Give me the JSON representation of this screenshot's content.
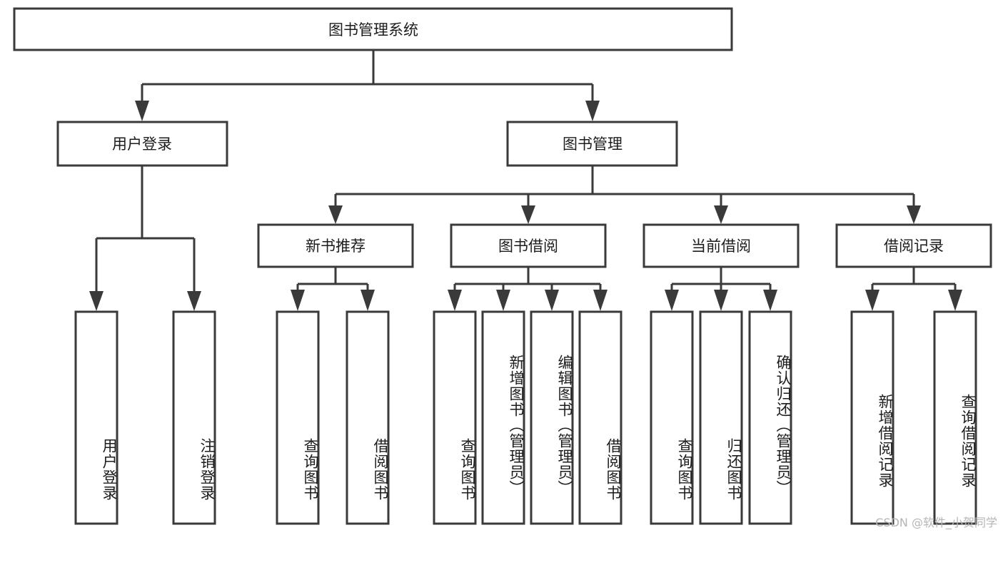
{
  "diagram": {
    "type": "tree",
    "title": "图书管理系统",
    "orientation": "top-down",
    "colors": {
      "box_stroke": "#3a3a3a",
      "box_fill": "#ffffff",
      "line": "#3a3a3a",
      "text": "#1c1c1c",
      "background": "#ffffff",
      "watermark": "#b5b5b5"
    },
    "root": {
      "label": "图书管理系统",
      "orientation": "horizontal"
    },
    "level2": [
      {
        "label": "用户登录",
        "orientation": "horizontal"
      },
      {
        "label": "图书管理",
        "orientation": "horizontal"
      }
    ],
    "level3": [
      {
        "label": "新书推荐",
        "orientation": "horizontal"
      },
      {
        "label": "图书借阅",
        "orientation": "horizontal"
      },
      {
        "label": "当前借阅",
        "orientation": "horizontal"
      },
      {
        "label": "借阅记录",
        "orientation": "horizontal"
      }
    ],
    "leaves": {
      "user_login": [
        {
          "label": "用户登录",
          "orientation": "vertical"
        },
        {
          "label": "注销登录",
          "orientation": "vertical"
        }
      ],
      "new_book_recommend": [
        {
          "label": "查询图书",
          "orientation": "vertical"
        },
        {
          "label": "借阅图书",
          "orientation": "vertical"
        }
      ],
      "book_borrow": [
        {
          "label": "查询图书",
          "orientation": "vertical"
        },
        {
          "label": "新增图书（管理员）",
          "orientation": "vertical"
        },
        {
          "label": "编辑图书（管理员）",
          "orientation": "vertical"
        },
        {
          "label": "借阅图书",
          "orientation": "vertical"
        }
      ],
      "current_borrow": [
        {
          "label": "查询图书",
          "orientation": "vertical"
        },
        {
          "label": "归还图书",
          "orientation": "vertical"
        },
        {
          "label": "确认归还（管理员）",
          "orientation": "vertical"
        }
      ],
      "borrow_record": [
        {
          "label": "新增借阅记录",
          "orientation": "vertical"
        },
        {
          "label": "查询借阅记录",
          "orientation": "vertical"
        }
      ]
    }
  },
  "watermark": {
    "text": "CSDN @软件_小贺同学"
  }
}
